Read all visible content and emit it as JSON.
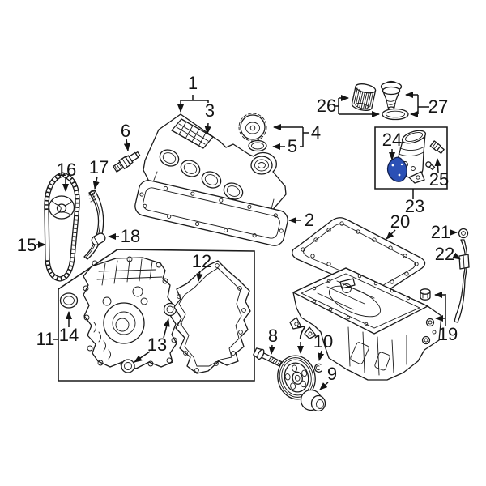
{
  "figure": {
    "background_color": "#ffffff",
    "line_color": "#1a1a1a",
    "highlight_color": "#2b50b5",
    "callout_count": 27
  },
  "callouts": {
    "n1": "1",
    "n2": "2",
    "n3": "3",
    "n4": "4",
    "n5": "5",
    "n6": "6",
    "n7": "7",
    "n8": "8",
    "n9": "9",
    "n10": "10",
    "n11": "11",
    "n12": "12",
    "n13": "13",
    "n14": "14",
    "n15": "15",
    "n16": "16",
    "n17": "17",
    "n18": "18",
    "n19": "19",
    "n20": "20",
    "n21": "21",
    "n22": "22",
    "n23": "23",
    "n24": "24",
    "n25": "25",
    "n26": "26",
    "n27": "27"
  }
}
